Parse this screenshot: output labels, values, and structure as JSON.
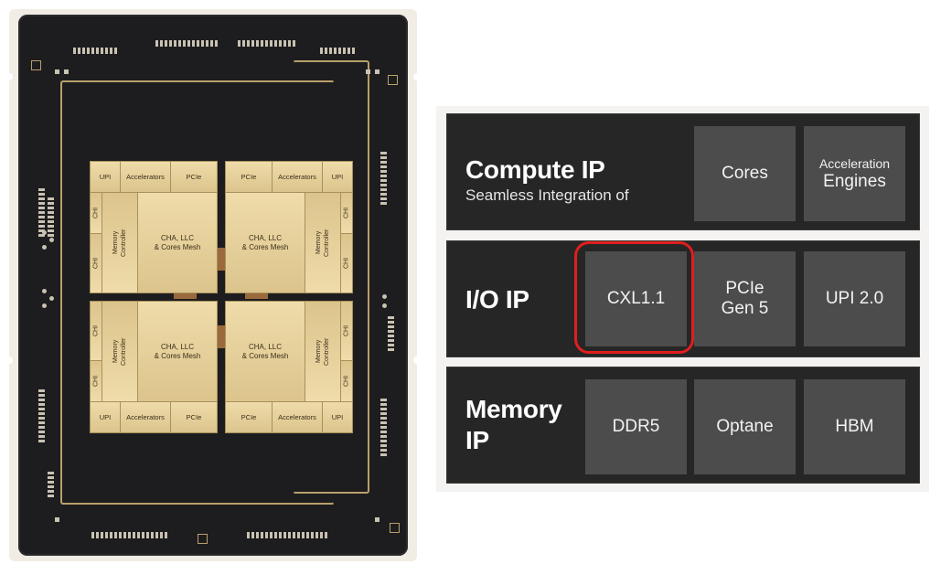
{
  "chip": {
    "quadrants": [
      {
        "id": "top-left",
        "io": [
          "UPI",
          "Accelerators",
          "PCIe"
        ],
        "core": "CHA, LLC\n& Cores Mesh",
        "memory": "Memory\nController",
        "chi": [
          "CHI",
          "CHI"
        ]
      },
      {
        "id": "top-right",
        "io": [
          "PCIe",
          "Accelerators",
          "UPI"
        ],
        "core": "CHA, LLC\n& Cores Mesh",
        "memory": "Memory\nController",
        "chi": [
          "CHI",
          "CHI"
        ]
      },
      {
        "id": "bottom-left",
        "io": [
          "UPI",
          "Accelerators",
          "PCIe"
        ],
        "core": "CHA, LLC\n& Cores Mesh",
        "memory": "Memory\nController",
        "chi": [
          "CHI",
          "CHI"
        ]
      },
      {
        "id": "bottom-right",
        "io": [
          "PCIe",
          "Accelerators",
          "UPI"
        ],
        "core": "CHA, LLC\n& Cores Mesh",
        "memory": "Memory\nController",
        "chi": [
          "CHI",
          "CHI"
        ]
      }
    ]
  },
  "ip_rows": [
    {
      "title": "Compute IP",
      "subtitle": "Seamless Integration of",
      "boxes": [
        {
          "label": "Cores"
        },
        {
          "label_small": "Acceleration",
          "label": "Engines"
        }
      ]
    },
    {
      "title": "I/O IP",
      "subtitle": "",
      "boxes": [
        {
          "label": "CXL1.1",
          "highlighted": true
        },
        {
          "label": "PCIe\nGen 5"
        },
        {
          "label": "UPI 2.0"
        }
      ]
    },
    {
      "title": "Memory\nIP",
      "subtitle": "",
      "boxes": [
        {
          "label": "DDR5"
        },
        {
          "label": "Optane"
        },
        {
          "label": "HBM"
        }
      ]
    }
  ],
  "colors": {
    "highlight": "#e01e1e",
    "tile_gold": "#e5cf98",
    "row_bg": "#262626",
    "box_bg": "#4c4c4c"
  }
}
